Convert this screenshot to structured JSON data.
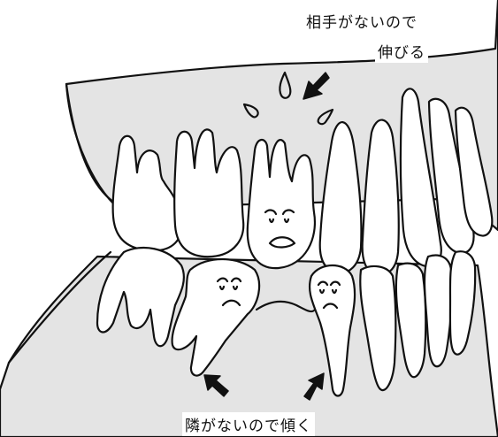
{
  "labels": {
    "upper_line1": "相手がないので",
    "upper_line2": "伸びる",
    "lower": "隣がないので傾く"
  },
  "colors": {
    "line": "#111111",
    "gum_shade": "#e4e4e4",
    "tooth_fill": "#ffffff"
  }
}
